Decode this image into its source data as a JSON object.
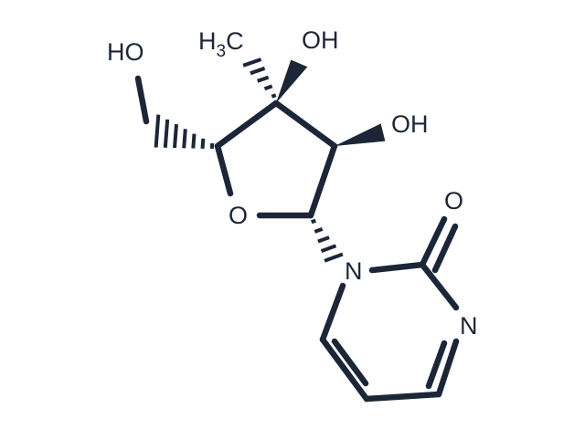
{
  "molecule": {
    "labels": {
      "hydroxymethyl_oh": "HO",
      "methyl_h": "H",
      "methyl_sub": "3",
      "methyl_c": "C",
      "c3_oh": "OH",
      "c2_oh": "OH",
      "ring_oxygen": "O",
      "carbonyl_oxygen": "O",
      "n1": "N",
      "n3": "N"
    },
    "colors": {
      "ink": "#1b2738",
      "background": "#ffffff"
    }
  }
}
